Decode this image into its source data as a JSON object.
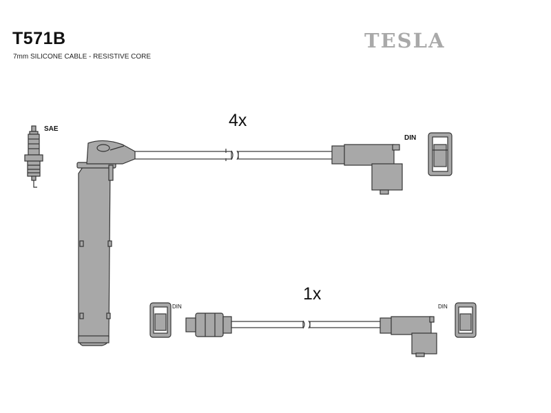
{
  "header": {
    "part_number": "T571B",
    "description": "7mm SILICONE CABLE - RESISTIVE CORE",
    "brand": "TESLA"
  },
  "quantities": {
    "top_set": "4x",
    "bottom_set": "1x"
  },
  "labels": {
    "spark_plug": "SAE",
    "connector_top": "DIN",
    "connector_bottom_left": "DIN",
    "connector_bottom_right": "DIN"
  },
  "colors": {
    "cable_fill": "#a8a8a8",
    "outline": "#333333",
    "brand": "#a9a9a9"
  }
}
